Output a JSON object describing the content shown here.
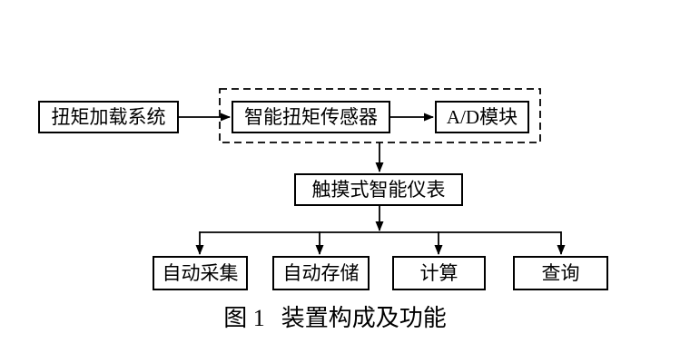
{
  "diagram": {
    "nodes": {
      "torque_loading": {
        "label": "扭矩加载系统"
      },
      "smart_sensor": {
        "label": "智能扭矩传感器"
      },
      "ad_module": {
        "label": "A/D模块"
      },
      "touch_meter": {
        "label": "触摸式智能仪表"
      },
      "auto_collect": {
        "label": "自动采集"
      },
      "auto_store": {
        "label": "自动存储"
      },
      "calculate": {
        "label": "计算"
      },
      "query": {
        "label": "查询"
      }
    },
    "caption": {
      "prefix": "图 1",
      "title": "装置构成及功能"
    },
    "colors": {
      "line": "#000000",
      "text": "#000000",
      "background": "#ffffff"
    }
  }
}
